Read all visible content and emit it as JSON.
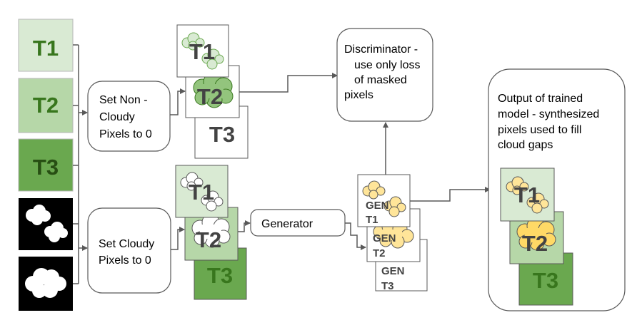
{
  "colors": {
    "tile_light": "#d9ead3",
    "tile_mid": "#b6d7a8",
    "tile_dark": "#6aa84f",
    "label_dark": "#38761d",
    "cloud_gray": "#e6e6e6",
    "cloud_yellow": "#ffe599",
    "cloud_white": "#ffffff",
    "mask_black": "#000000",
    "stroke": "#595959"
  },
  "inputs": {
    "tiles": [
      {
        "label": "T1"
      },
      {
        "label": "T2"
      },
      {
        "label": "T3"
      }
    ],
    "masks": [
      "cloud-mask-1",
      "cloud-mask-2"
    ]
  },
  "process": {
    "set_non_cloudy": [
      "Set Non -",
      "Cloudy",
      "Pixels to 0"
    ],
    "set_cloudy": [
      "Set Cloudy",
      "Pixels to 0"
    ],
    "generator": "Generator",
    "discriminator": [
      "Discriminator -",
      "use only loss",
      "of masked",
      "pixels"
    ]
  },
  "masked_stack": [
    {
      "label": "T1"
    },
    {
      "label": "T2"
    },
    {
      "label": "T3"
    }
  ],
  "cloudy_stack": [
    {
      "label": "T1"
    },
    {
      "label": "T2"
    },
    {
      "label": "T3"
    }
  ],
  "generated_stack": [
    {
      "line1": "GEN",
      "line2": "T1"
    },
    {
      "line1": "GEN",
      "line2": "T2"
    },
    {
      "line1": "GEN",
      "line2": "T3"
    }
  ],
  "output": {
    "text": [
      "Output of trained",
      "model - synthesized",
      "pixels used to fill",
      "cloud gaps"
    ],
    "tiles": [
      {
        "label": "T1"
      },
      {
        "label": "T2"
      },
      {
        "label": "T3"
      }
    ]
  }
}
